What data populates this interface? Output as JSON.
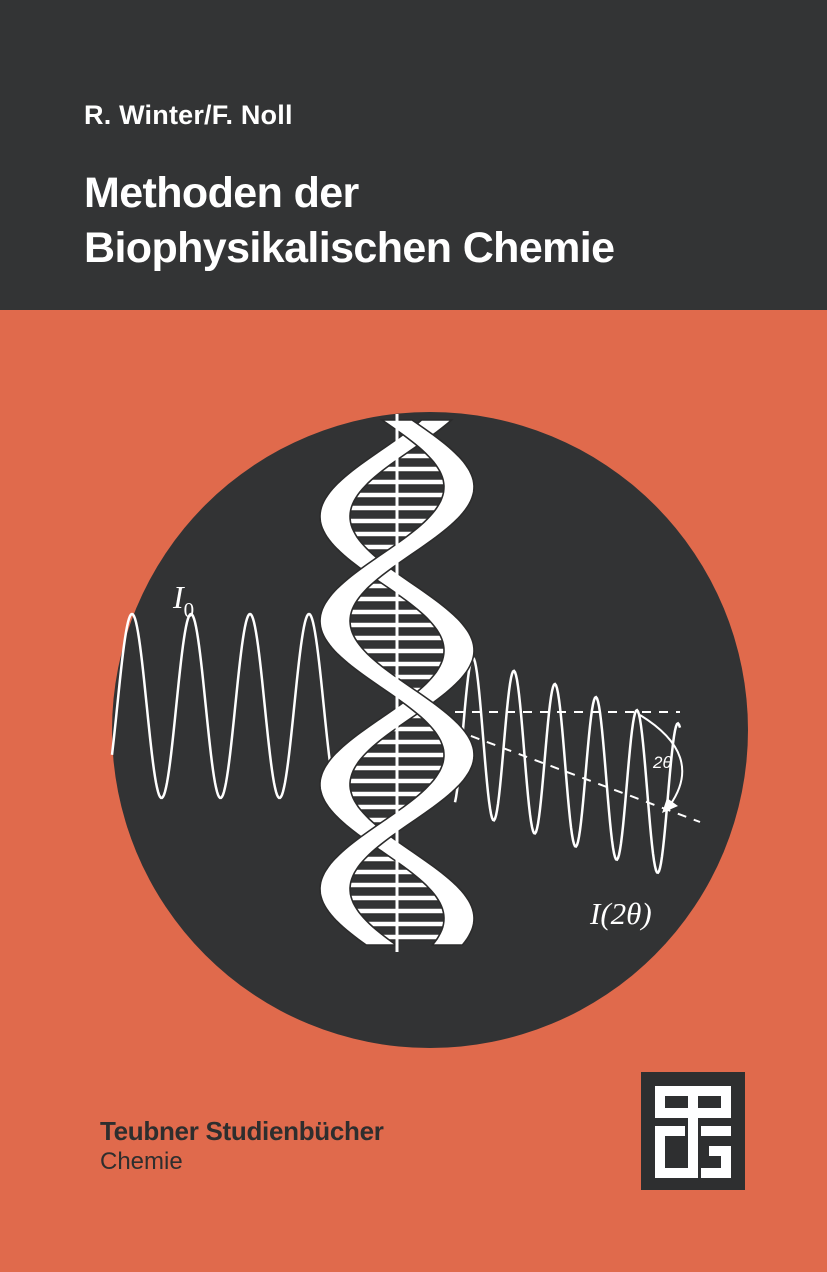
{
  "cover": {
    "authors": "R. Winter/F. Noll",
    "title_line1": "Methoden der",
    "title_line2": "Biophysikalischen Chemie",
    "series_name": "Teubner Studienbücher",
    "series_subject": "Chemie"
  },
  "illustration": {
    "label_incident": "I",
    "label_incident_sub": "0",
    "label_angle": "2θ",
    "label_scattered": "I(2θ)"
  },
  "colors": {
    "background": "#e06a4c",
    "band": "#333435",
    "circle": "#323334",
    "text_light": "#ffffff",
    "text_dark": "#2e2e2e"
  },
  "icons": {
    "publisher_logo": "teubner-tg-logo",
    "figure": "dna-double-helix-x-ray-diffraction"
  }
}
